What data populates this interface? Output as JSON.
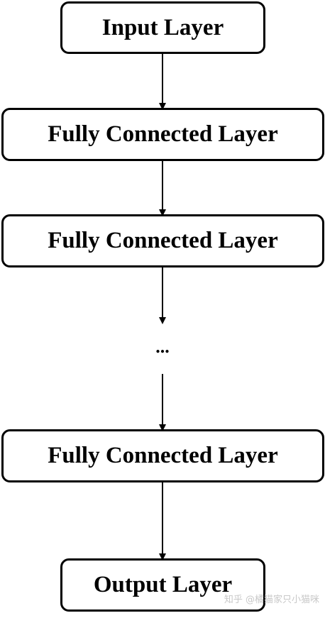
{
  "diagram": {
    "input_layer": "Input Layer",
    "fc_layer_1": "Fully Connected Layer",
    "fc_layer_2": "Fully Connected Layer",
    "ellipsis": "...",
    "fc_layer_3": "Fully Connected Layer",
    "output_layer": "Output Layer"
  },
  "watermark": "知乎 @橘猫家只小猫咪"
}
